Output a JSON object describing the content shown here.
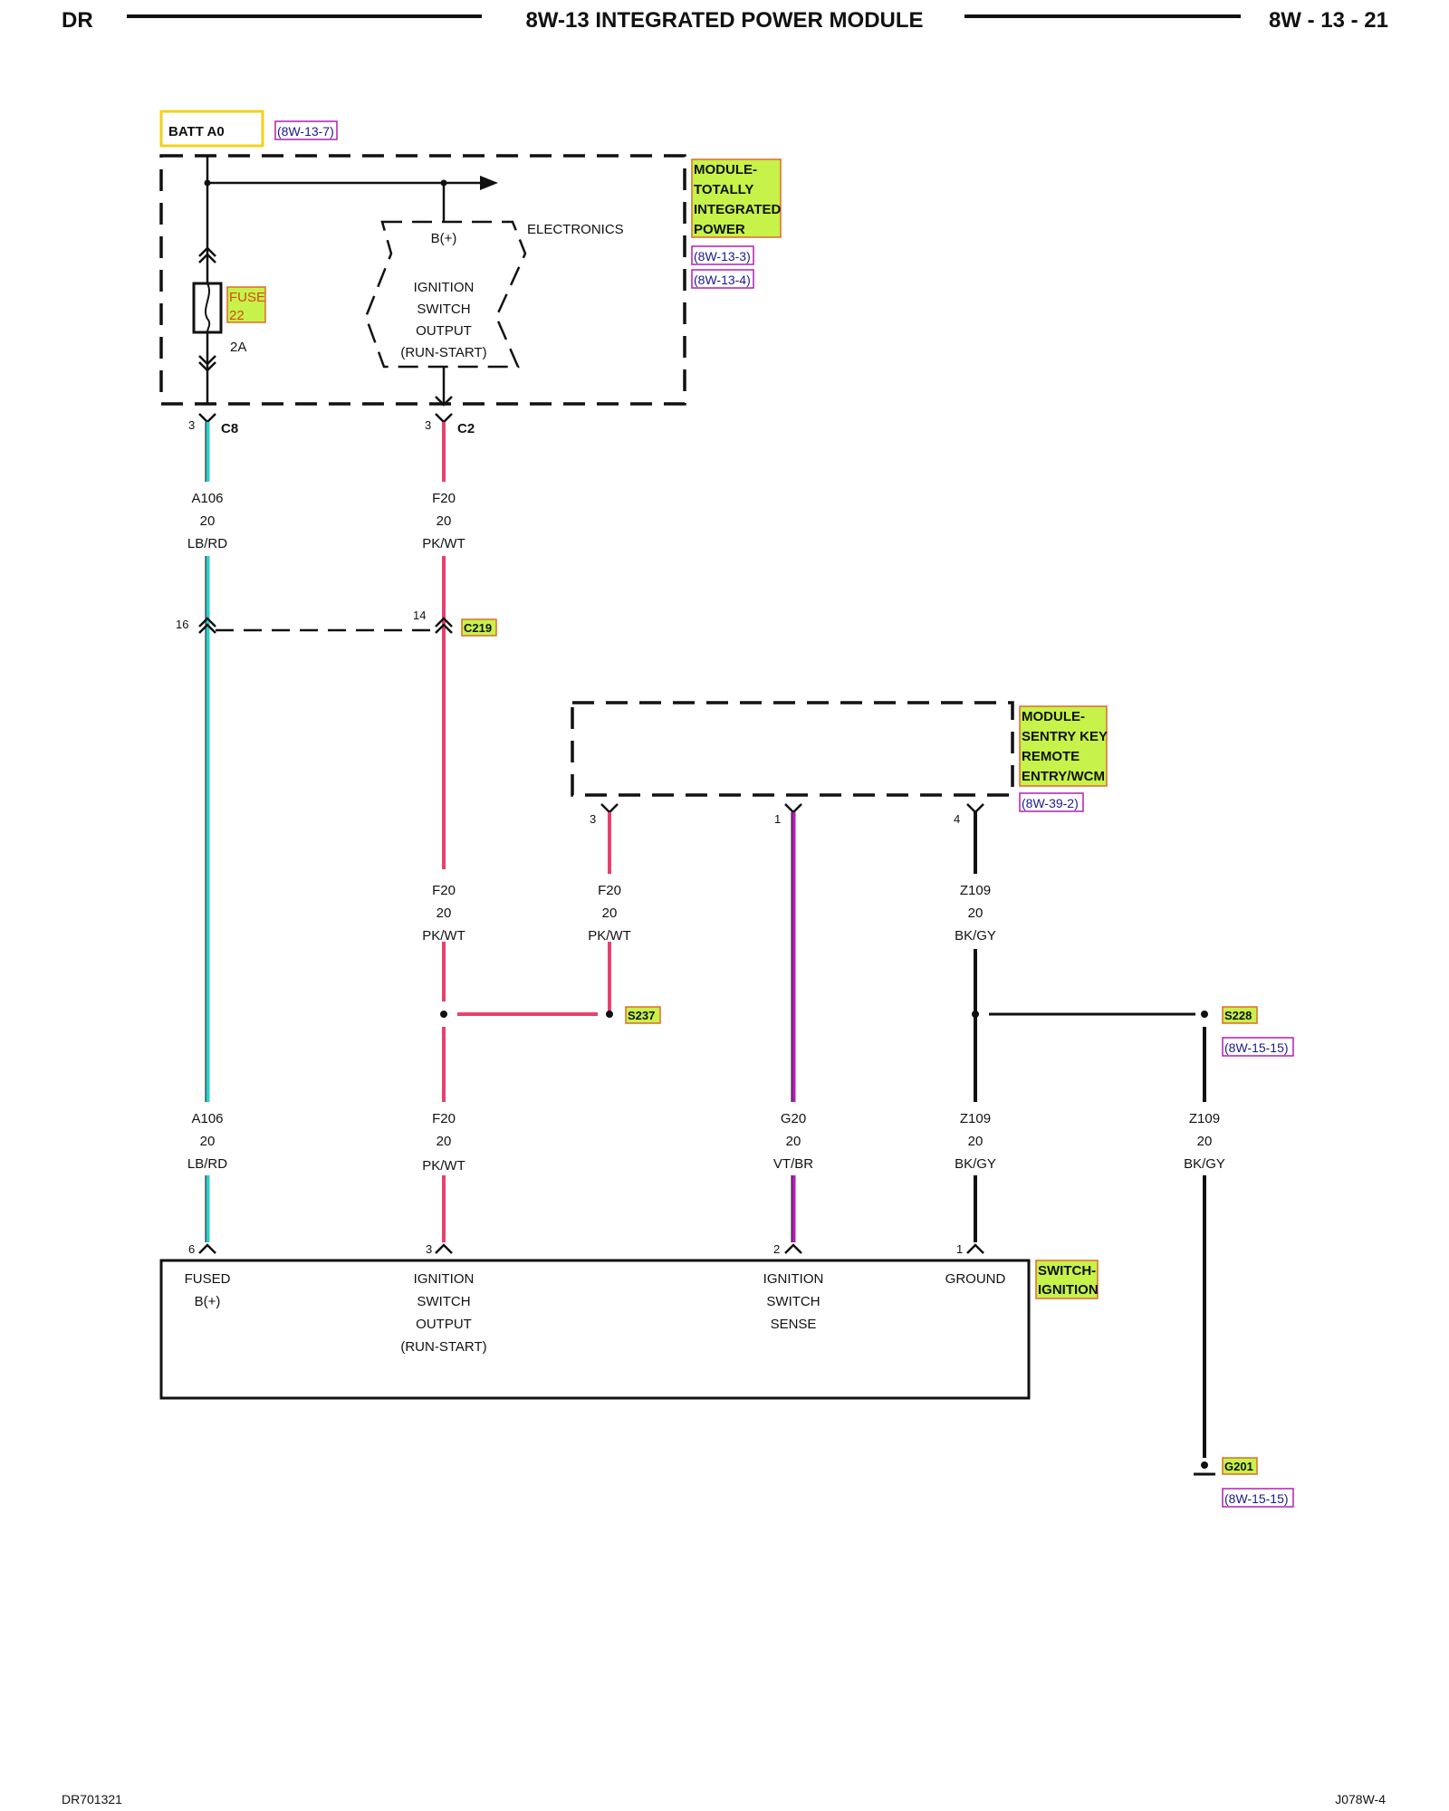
{
  "header": {
    "left": "DR",
    "title": "8W-13 INTEGRATED POWER MODULE",
    "right": "8W - 13 - 21"
  },
  "footer": {
    "left": "DR701321",
    "right": "J078W-4"
  },
  "batt": {
    "label": "BATT A0",
    "ref": "(8W-13-7)"
  },
  "tipm": {
    "name": [
      "MODULE-",
      "TOTALLY",
      "INTEGRATED",
      "POWER"
    ],
    "refs": [
      "(8W-13-3)",
      "(8W-13-4)"
    ],
    "fuse_label": "FUSE",
    "fuse_num": "22",
    "fuse_amp": "2A",
    "electronics": "ELECTRONICS",
    "bplus": "B(+)",
    "ign_output": [
      "IGNITION",
      "SWITCH",
      "OUTPUT",
      "(RUN-START)"
    ]
  },
  "connectors": {
    "c8": {
      "pin": "3",
      "name": "C8"
    },
    "c2": {
      "pin": "3",
      "name": "C2"
    },
    "c219": {
      "name": "C219",
      "pin_a": "16",
      "pin_b": "14"
    }
  },
  "wires": {
    "a106_top": [
      "A106",
      "20",
      "LB/RD"
    ],
    "f20_top": [
      "F20",
      "20",
      "PK/WT"
    ],
    "f20_mid": [
      "F20",
      "20",
      "PK/WT"
    ],
    "f20_skrem": [
      "F20",
      "20",
      "PK/WT"
    ],
    "z109_skrem": [
      "Z109",
      "20",
      "BK/GY"
    ],
    "a106_bot": [
      "A106",
      "20",
      "LB/RD"
    ],
    "f20_bot": [
      "F20",
      "20",
      "PK/WT"
    ],
    "g20_bot": [
      "G20",
      "20",
      "VT/BR"
    ],
    "z109_bot": [
      "Z109",
      "20",
      "BK/GY"
    ],
    "z109_gnd": [
      "Z109",
      "20",
      "BK/GY"
    ]
  },
  "skrem": {
    "name": [
      "MODULE-",
      "SENTRY KEY",
      "REMOTE",
      "ENTRY/WCM"
    ],
    "ref": "(8W-39-2)",
    "pins": [
      "3",
      "1",
      "4"
    ]
  },
  "splices": {
    "s237": {
      "name": "S237"
    },
    "s228": {
      "name": "S228",
      "ref": "(8W-15-15)"
    }
  },
  "ground": {
    "name": "G201",
    "ref": "(8W-15-15)"
  },
  "switch": {
    "name": [
      "SWITCH-",
      "IGNITION"
    ],
    "pins": [
      "6",
      "3",
      "2",
      "1"
    ],
    "fused": [
      "FUSED",
      "B(+)"
    ],
    "ign_output": [
      "IGNITION",
      "SWITCH",
      "OUTPUT",
      "(RUN-START)"
    ],
    "ign_sense": [
      "IGNITION",
      "SWITCH",
      "SENSE"
    ],
    "ground": "GROUND"
  },
  "colors": {
    "lb_rd": "#2fcfd0",
    "pk_wt": "#e8416d",
    "vt_br": "#b21fb4",
    "bk_gy": "#111111",
    "highlight": "#c6f24a",
    "highlight_border": "#e06a2a",
    "batt_border": "#f2d21c"
  }
}
